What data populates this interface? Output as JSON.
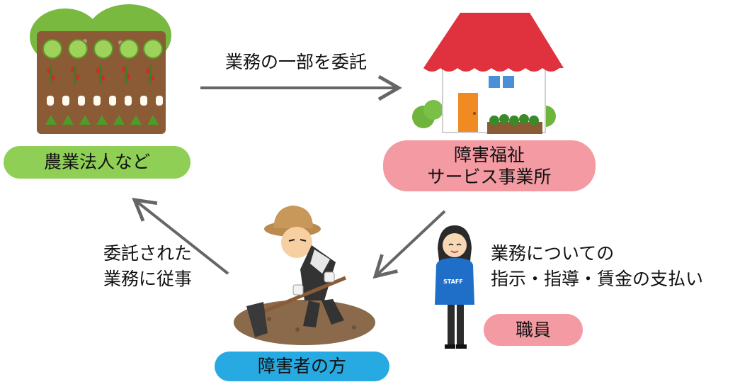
{
  "nodes": {
    "corporation": {
      "label": "農業法人など",
      "color": "#8fcf55"
    },
    "service_office": {
      "line1": "障害福祉",
      "line2": "サービス事業所",
      "color": "#f39aa2"
    },
    "person": {
      "label": "障害者の方",
      "color": "#27a9e1"
    },
    "staff": {
      "label": "職員",
      "color": "#f39aa2",
      "badge": "STAFF"
    }
  },
  "edges": {
    "delegate": {
      "label": "業務の一部を委託"
    },
    "engaged": {
      "line1": "委託された",
      "line2": "業務に従事"
    },
    "instruct": {
      "line1": "業務についての",
      "line2": "指示・指導・賃金の支払い"
    }
  },
  "colors": {
    "arrow": "#666666"
  },
  "icons": [
    "farm-field-icon",
    "house-icon",
    "farmer-icon",
    "staff-woman-icon"
  ]
}
